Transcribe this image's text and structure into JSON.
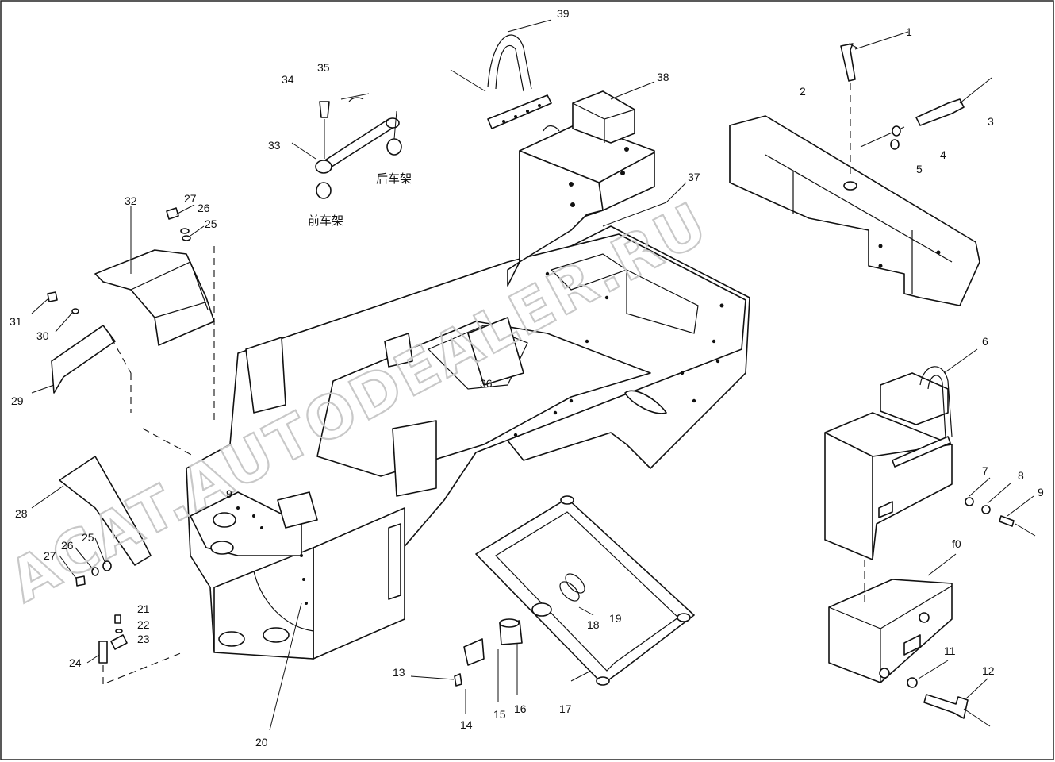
{
  "watermark": "ACAT.AUTODEALER.RU",
  "chinese_labels": {
    "rear_frame": "后车架",
    "front_frame": "前车架"
  },
  "callouts": [
    "1",
    "2",
    "3",
    "4",
    "5",
    "6",
    "7",
    "8",
    "9",
    "f0",
    "11",
    "12",
    "13",
    "14",
    "15",
    "16",
    "17",
    "18",
    "19",
    "20",
    "21",
    "22",
    "23",
    "24",
    "25",
    "26",
    "27",
    "28",
    "29",
    "30",
    "31",
    "32",
    "33",
    "34",
    "35",
    "36",
    "37",
    "38",
    "39",
    "25",
    "26",
    "27",
    "9"
  ]
}
